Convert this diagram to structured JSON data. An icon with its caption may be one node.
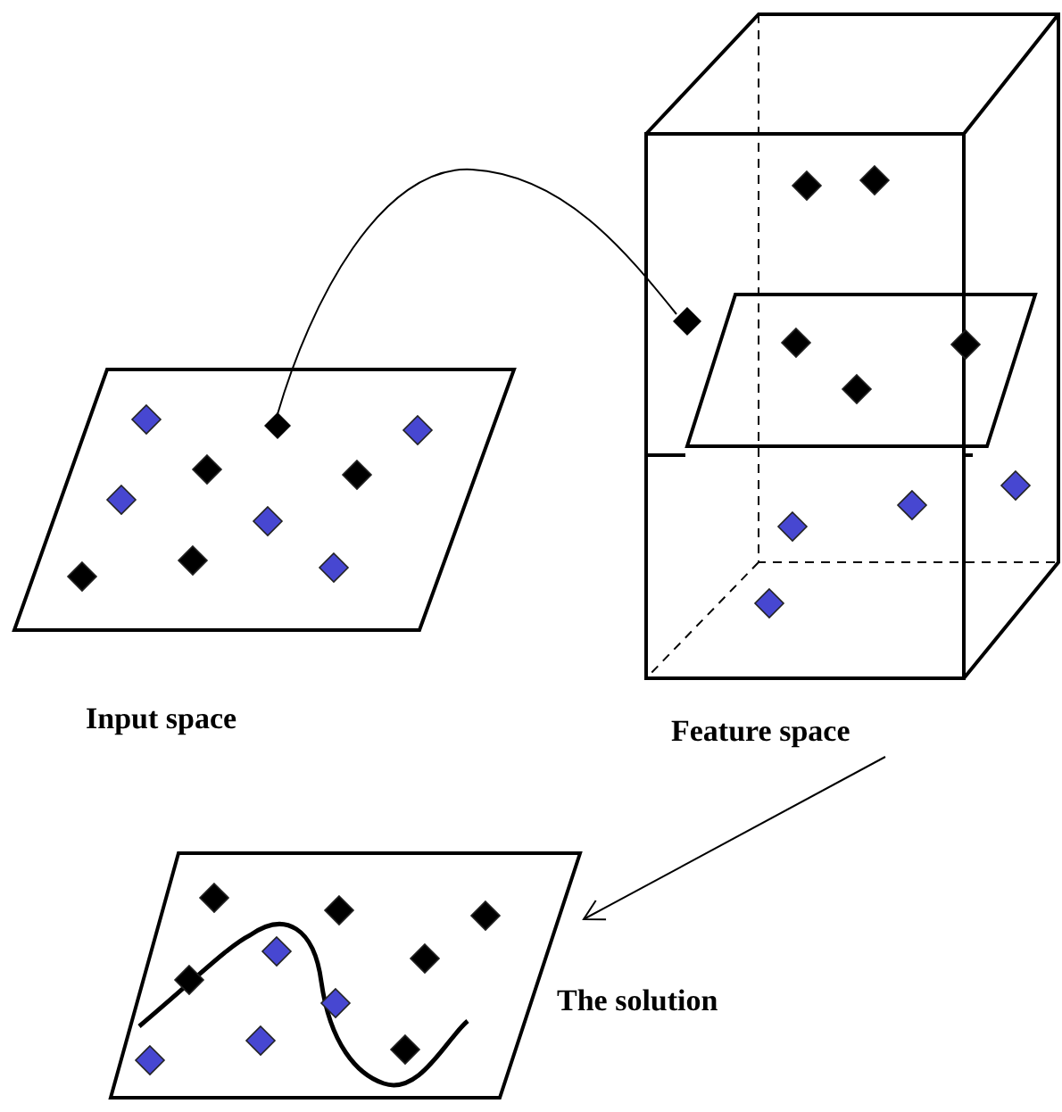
{
  "diagram": {
    "nodes": [
      {
        "text": [
          "Input space"
        ]
      },
      {
        "text": [],
        "shape": "diamond",
        "in": 0
      },
      {
        "text": [
          "Feature space"
        ]
      },
      {
        "text": [],
        "shape": "diamond",
        "in": 2
      },
      {
        "text": [
          "The solution"
        ]
      }
    ],
    "edges": [
      {
        "from": 1,
        "to": 3,
        "arrow": "none"
      },
      {
        "from": 2,
        "to": 4,
        "arrow": "to"
      }
    ]
  }
}
